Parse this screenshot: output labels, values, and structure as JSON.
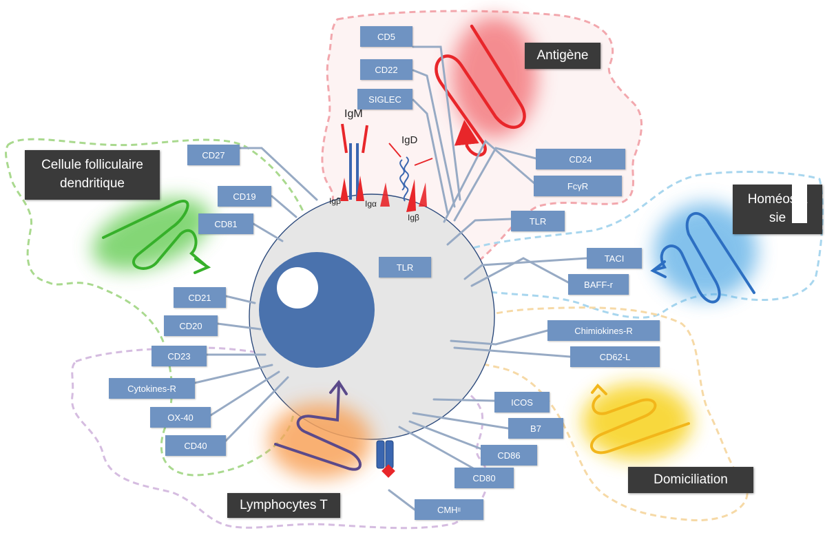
{
  "categories": {
    "antigene": "Antigène",
    "cellule_folliculaire": "Cellule folliculaire\ndendritique",
    "homeostasie": "Homéostasie",
    "domiciliation": "Domiciliation",
    "lymphocytes_t": "Lymphocytes T"
  },
  "receptors": {
    "cd5": "CD5",
    "cd22": "CD22",
    "siglec": "SIGLEC",
    "cd24": "CD24",
    "fcgr": "FcγR",
    "cd27": "CD27",
    "cd19": "CD19",
    "cd81": "CD81",
    "tlr_out": "TLR",
    "tlr_in": "TLR",
    "taci": "TACI",
    "baffr": "BAFF-r",
    "chimiokines": "Chimiokines-R",
    "cd62l": "CD62-L",
    "cd21": "CD21",
    "cd20": "CD20",
    "cd23": "CD23",
    "cytokines": "Cytokines-R",
    "ox40": "OX-40",
    "cd40": "CD40",
    "icos": "ICOS",
    "b7": "B7",
    "cd86": "CD86",
    "cd80": "CD80",
    "cmh": "CMH"
  },
  "cmh_subscript": "II",
  "bcr": {
    "igm": "IgM",
    "igd": "IgD",
    "igb_left": "Igβ",
    "iga": "Igα",
    "igb_right": "Igβ"
  },
  "colors": {
    "box": "#6f93c2",
    "dark_label": "#3a3a3a",
    "antigen": "#e8262a",
    "fdc": "#3fbf2f",
    "homeostasis": "#3a8fd6",
    "homing": "#f2c21a",
    "tcell_glow": "#f7a85a",
    "tcell_arrow": "#5b4a8a",
    "cell": "#e6e6e6",
    "nucleus": "#4a72ad",
    "line": "#97aac4"
  }
}
